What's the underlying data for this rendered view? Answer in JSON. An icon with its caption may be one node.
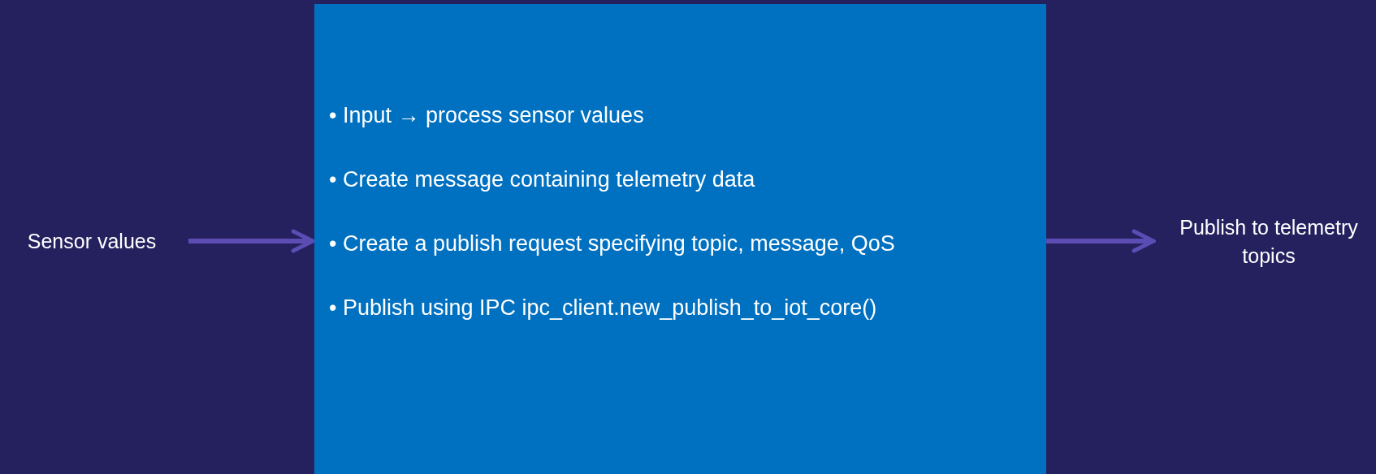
{
  "diagram": {
    "nodes": [
      {
        "text": [
          "Sensor values"
        ]
      },
      {
        "text": [
          "• Input → process sensor values",
          "• Create message containing telemetry data",
          "• Create a publish request specifying topic, message, QoS",
          "• Publish using IPC ipc_client.new_publish_to_iot_core()"
        ]
      },
      {
        "text": [
          "Publish to telemetry topics"
        ]
      }
    ],
    "edges": [
      {
        "from": 0,
        "to": 1,
        "arrow": "to"
      },
      {
        "from": 1,
        "to": 2,
        "arrow": "to"
      }
    ]
  }
}
